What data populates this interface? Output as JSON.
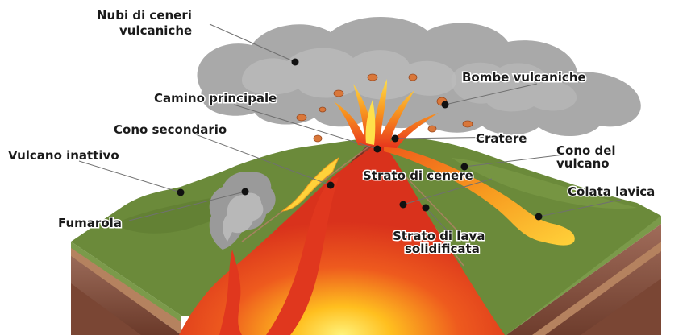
{
  "labels": {
    "nubi_l1": "Nubi di ceneri",
    "nubi_l2": "vulcaniche",
    "bombe": "Bombe vulcaniche",
    "camino": "Camino principale",
    "cono_secondario": "Cono secondario",
    "cratere": "Cratere",
    "vulcano_inattivo": "Vulcano inattivo",
    "cono_vulcano_l1": "Cono del",
    "cono_vulcano_l2": "vulcano",
    "strato_cenere": "Strato di cenere",
    "colata": "Colata lavica",
    "fumarola": "Fumarola",
    "strato_lava_l1": "Strato di lava",
    "strato_lava_l2": "solidificata"
  },
  "colors": {
    "ash_cloud": "#a9a9a9",
    "grass": "#6b8a3a",
    "magma": "#e0371e",
    "lava_glow": "#ffb020",
    "soil": "#8a5a4a",
    "rock_dark": "#6e3f2d"
  }
}
